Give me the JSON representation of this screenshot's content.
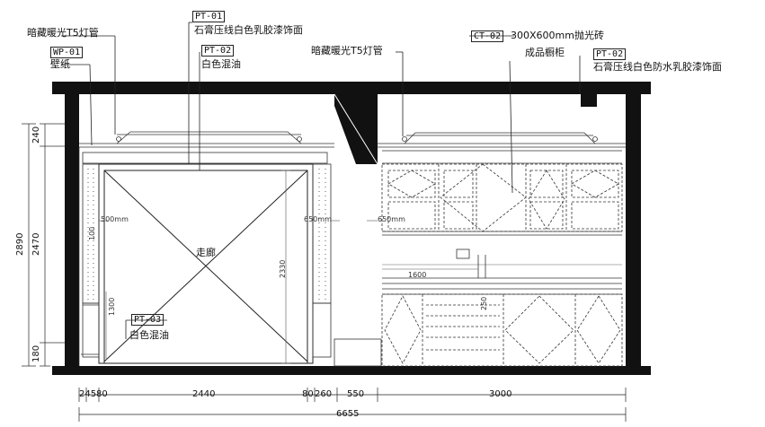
{
  "annotations": {
    "hidden_light_left": "暗藏暖光T5灯管",
    "wp01_code": "WP-01",
    "wp01_text": "壁纸",
    "pt01_code": "PT-01",
    "pt01_text": "石膏压线白色乳胶漆饰面",
    "pt02_code_a": "PT-02",
    "pt02_text_a": "白色混油",
    "hidden_light_right": "暗藏暖光T5灯管",
    "ct02_code": "CT-02",
    "ct02_text": "300X600mm抛光砖",
    "cabinet_text": "成品橱柜",
    "pt02_code_b": "PT-02",
    "pt02_text_b": "石膏压线白色防水乳胶漆饰面",
    "pt03_code": "PT-03",
    "pt03_text": "白色混油",
    "corridor": "走廊"
  },
  "inner_dims": {
    "left_height_mark": "500mm",
    "mid_height_mark_a": "650mm",
    "mid_height_mark_b": "650mm",
    "door_height": "2330",
    "counter_width": "1600",
    "left_small_a": "100",
    "left_small_b": "1300",
    "cabinet_small": "250"
  },
  "dims_bottom": {
    "d1": "245",
    "d2": "80",
    "d3": "2440",
    "d4": "80",
    "d5": "260",
    "d6": "550",
    "d7": "3000",
    "total": "6655"
  },
  "dims_left": {
    "overall": "2890",
    "top": "240",
    "middle": "2470",
    "bottom": "180"
  }
}
